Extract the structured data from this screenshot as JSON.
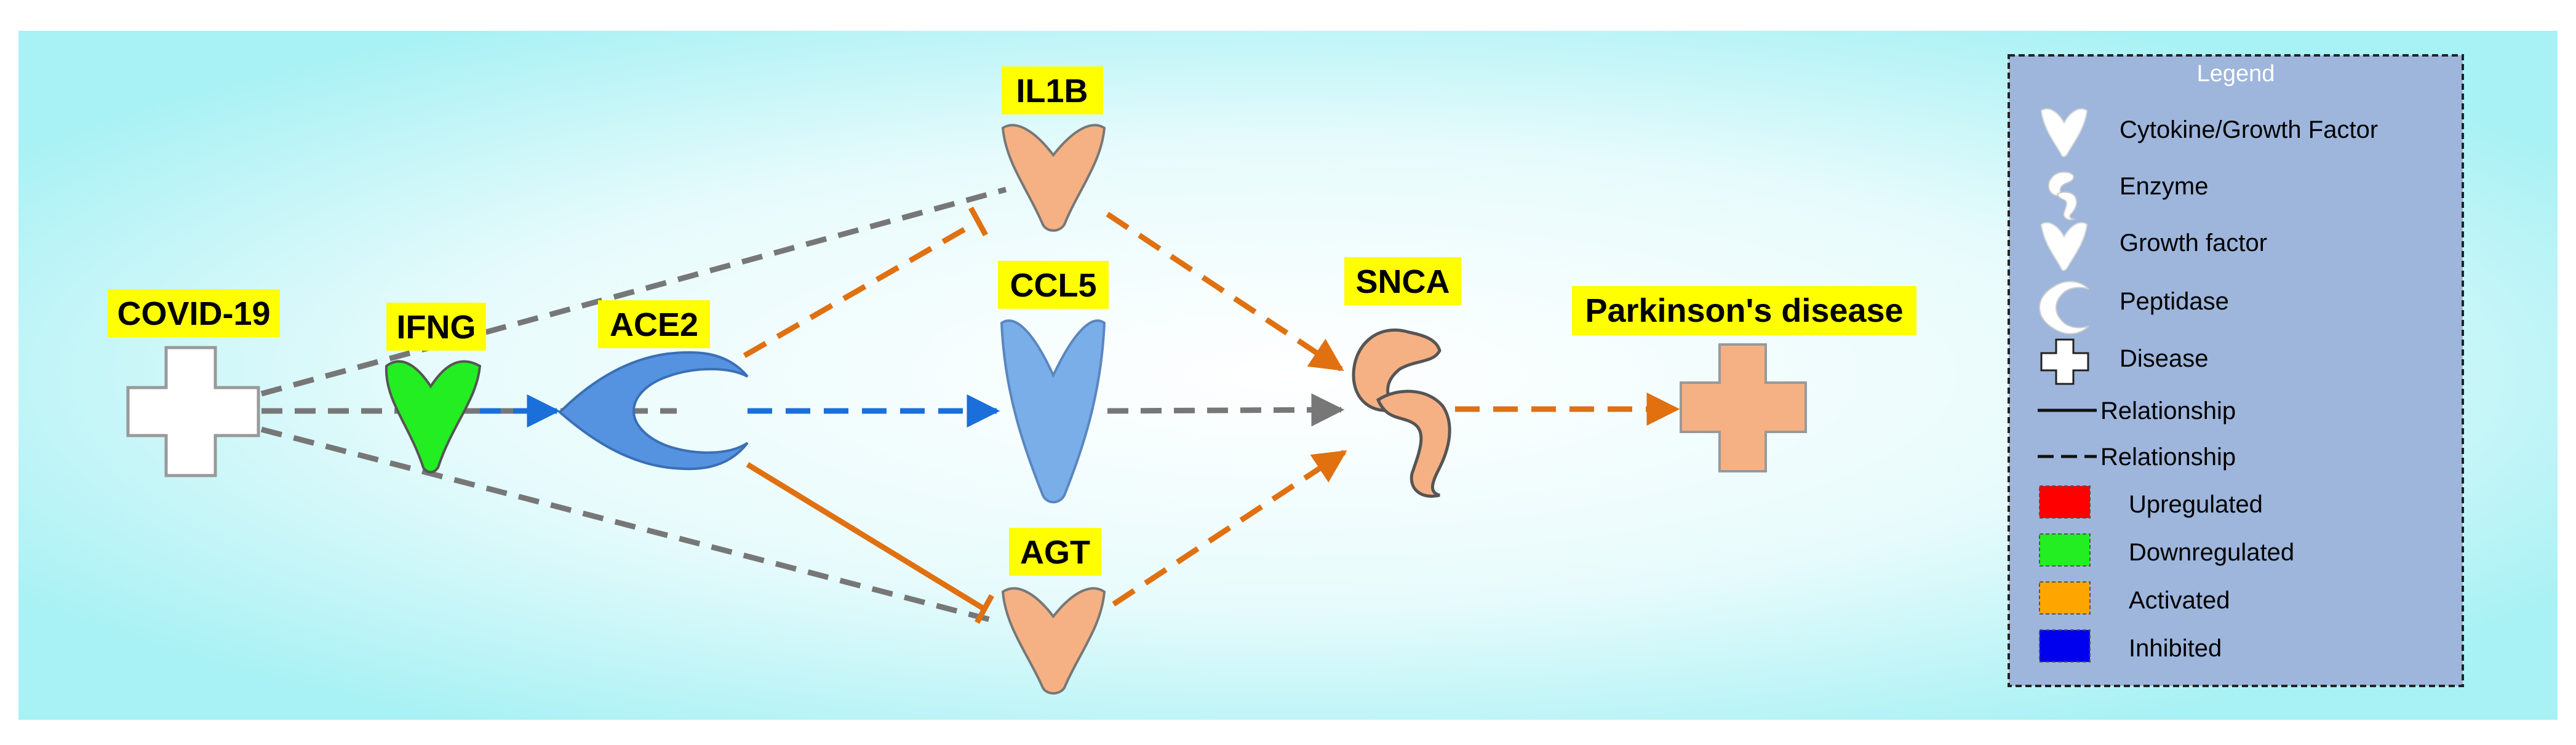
{
  "nodes": {
    "covid19": {
      "label": "COVID-19",
      "type": "Disease",
      "state": "none"
    },
    "ifng": {
      "label": "IFNG",
      "type": "Cytokine",
      "state": "Downregulated"
    },
    "ace2": {
      "label": "ACE2",
      "type": "Peptidase",
      "state": "Inhibited"
    },
    "il1b": {
      "label": "IL1B",
      "type": "Cytokine",
      "state": "Activated"
    },
    "ccl5": {
      "label": "CCL5",
      "type": "Cytokine",
      "state": "Inhibited"
    },
    "agt": {
      "label": "AGT",
      "type": "Growth factor",
      "state": "Activated"
    },
    "snca": {
      "label": "SNCA",
      "type": "Enzyme",
      "state": "Activated"
    },
    "parkinsons": {
      "label": "Parkinson's disease",
      "type": "Disease",
      "state": "Activated"
    }
  },
  "edges": [
    {
      "from": "COVID-19",
      "to": "IFNG",
      "style": "dashed",
      "color": "gray"
    },
    {
      "from": "COVID-19",
      "to": "IL1B",
      "style": "dashed",
      "color": "gray"
    },
    {
      "from": "COVID-19",
      "to": "AGT",
      "style": "dashed",
      "color": "gray"
    },
    {
      "from": "COVID-19",
      "to": "ACE2",
      "style": "dashed",
      "color": "gray"
    },
    {
      "from": "IFNG",
      "to": "ACE2",
      "style": "dashed",
      "color": "blue",
      "arrow": true
    },
    {
      "from": "ACE2",
      "to": "CCL5",
      "style": "dashed",
      "color": "blue",
      "arrow": true
    },
    {
      "from": "ACE2",
      "to": "IL1B",
      "style": "dashed",
      "color": "orange",
      "inhibit": true
    },
    {
      "from": "ACE2",
      "to": "AGT",
      "style": "solid",
      "color": "orange",
      "inhibit": true
    },
    {
      "from": "IL1B",
      "to": "SNCA",
      "style": "dashed",
      "color": "orange",
      "arrow": true
    },
    {
      "from": "CCL5",
      "to": "SNCA",
      "style": "dashed",
      "color": "gray",
      "arrow": true
    },
    {
      "from": "AGT",
      "to": "SNCA",
      "style": "dashed",
      "color": "orange",
      "arrow": true
    },
    {
      "from": "SNCA",
      "to": "Parkinson's disease",
      "style": "dashed",
      "color": "orange",
      "arrow": true
    }
  ],
  "legend": {
    "title": "Legend",
    "items": [
      {
        "label": "Cytokine/Growth Factor",
        "icon": "cytokine-icon"
      },
      {
        "label": "Enzyme",
        "icon": "enzyme-icon"
      },
      {
        "label": "Growth factor",
        "icon": "growth-factor-icon"
      },
      {
        "label": "Peptidase",
        "icon": "peptidase-icon"
      },
      {
        "label": "Disease",
        "icon": "disease-icon"
      },
      {
        "label": "Relationship",
        "icon": "solid-line-icon"
      },
      {
        "label": "Relationship",
        "icon": "dashed-line-icon"
      },
      {
        "label": "Upregulated",
        "color": "#ff0000"
      },
      {
        "label": "Downregulated",
        "color": "#22ee22"
      },
      {
        "label": "Activated",
        "color": "#ffa500"
      },
      {
        "label": "Inhibited",
        "color": "#0000ee"
      }
    ]
  },
  "colors": {
    "activated": "#f5b183",
    "inhibited": "#7aaee8",
    "inhibited_dark": "#5592e0",
    "downregulated": "#22ee22",
    "label_bg": "#ffff00",
    "edge_gray": "#777777",
    "edge_orange": "#e07010",
    "edge_blue": "#1a6fd8",
    "legend_bg": "#9eb6dc"
  }
}
